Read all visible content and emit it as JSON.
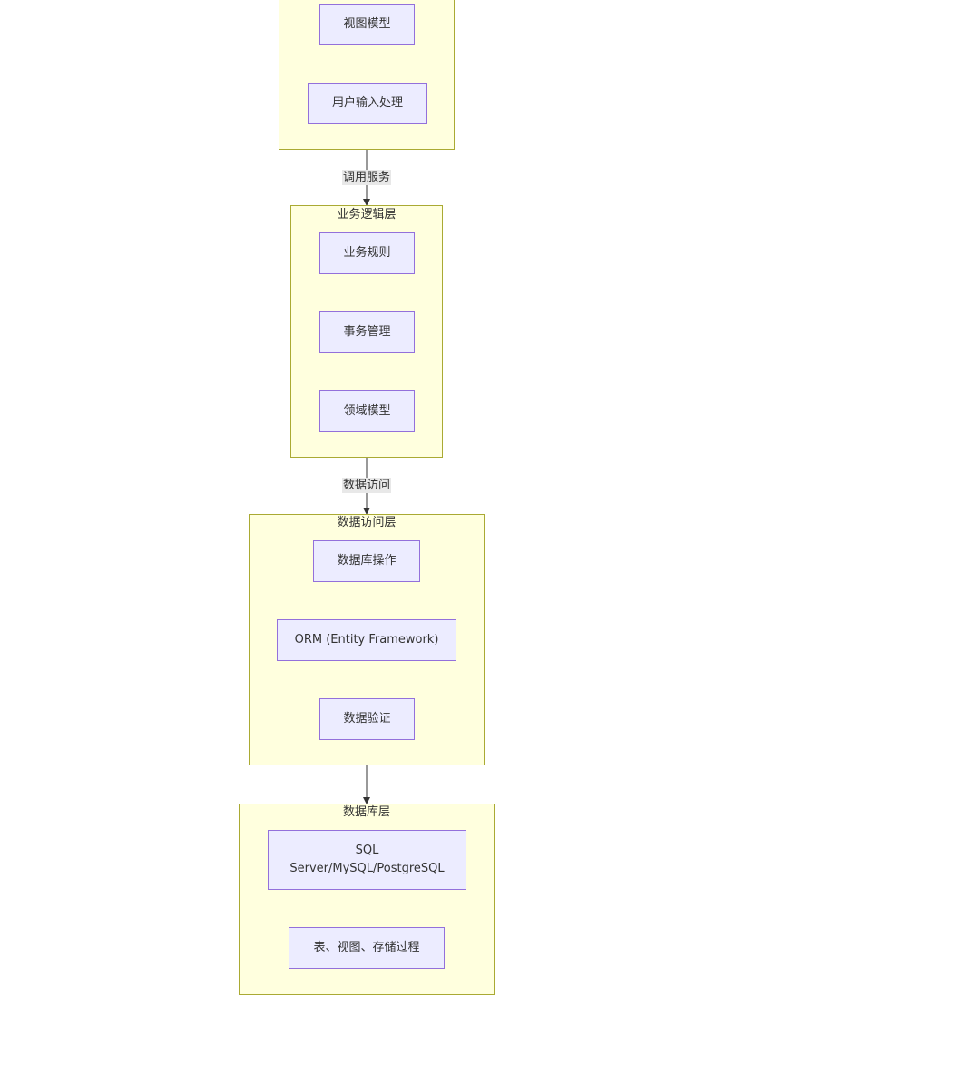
{
  "presentation_layer": {
    "nodes": [
      "视图模型",
      "用户输入处理"
    ]
  },
  "business_layer": {
    "title": "业务逻辑层",
    "nodes": [
      "业务规则",
      "事务管理",
      "领域模型"
    ]
  },
  "data_access_layer": {
    "title": "数据访问层",
    "nodes": [
      "数据库操作",
      "ORM (Entity Framework)",
      "数据验证"
    ]
  },
  "database_layer": {
    "title": "数据库层",
    "nodes": [
      "SQL Server/MySQL/PostgreSQL",
      "表、视图、存储过程"
    ]
  },
  "edges": {
    "call_service": "调用服务",
    "data_access": "数据访问"
  },
  "colors": {
    "cluster_fill": "#ffffde",
    "cluster_border": "#aaaa33",
    "node_fill": "#ececff",
    "node_border": "#9370db",
    "edge": "#333333",
    "edge_label_bg": "#e8e8e8"
  }
}
